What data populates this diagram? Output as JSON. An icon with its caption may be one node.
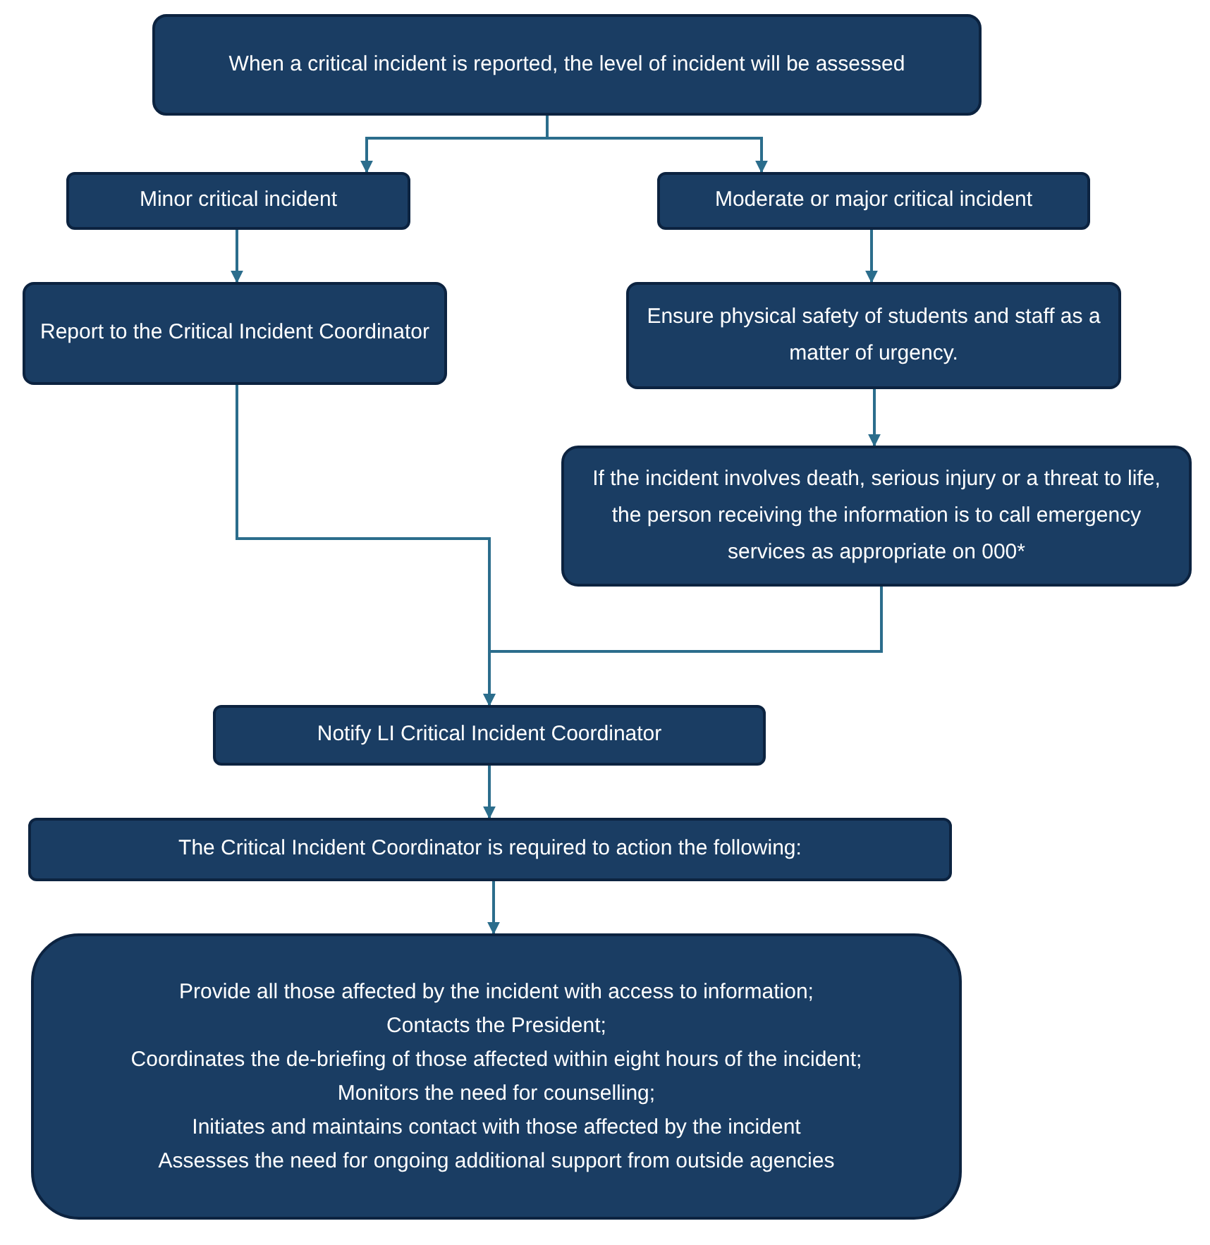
{
  "diagram": {
    "nodes": [
      {
        "text": [
          "When a critical incident is reported, the level of incident will be assessed"
        ]
      },
      {
        "text": [
          "Minor critical incident"
        ]
      },
      {
        "text": [
          "Moderate or major critical incident"
        ]
      },
      {
        "text": [
          "Report to the Critical Incident Coordinator"
        ]
      },
      {
        "text": [
          "Ensure physical safety of students and staff as a matter of urgency."
        ]
      },
      {
        "text": [
          "If the incident involves death, serious injury or a threat to life, the person receiving the information is to call emergency services as appropriate on 000*"
        ]
      },
      {
        "text": [
          "Notify LI Critical Incident Coordinator"
        ]
      },
      {
        "text": [
          "The Critical Incident Coordinator is required to action the following:"
        ]
      },
      {
        "text": [
          "Provide all those affected by the incident with access to information;",
          "Contacts the President;",
          "Coordinates the de-briefing of those affected within eight hours of the incident;",
          "Monitors the need for counselling;",
          "Initiates and maintains contact with those affected by the incident",
          "Assesses the need for ongoing additional support from outside agencies"
        ]
      }
    ],
    "edges": [
      {
        "from": 0,
        "to": 1,
        "arrow": "to"
      },
      {
        "from": 0,
        "to": 2,
        "arrow": "to"
      },
      {
        "from": 1,
        "to": 3,
        "arrow": "to"
      },
      {
        "from": 2,
        "to": 4,
        "arrow": "to"
      },
      {
        "from": 4,
        "to": 5,
        "arrow": "to"
      },
      {
        "from": 3,
        "to": 6,
        "arrow": "to"
      },
      {
        "from": 5,
        "to": 6,
        "arrow": "to"
      },
      {
        "from": 6,
        "to": 7,
        "arrow": "to"
      },
      {
        "from": 7,
        "to": 8,
        "arrow": "to"
      }
    ]
  }
}
